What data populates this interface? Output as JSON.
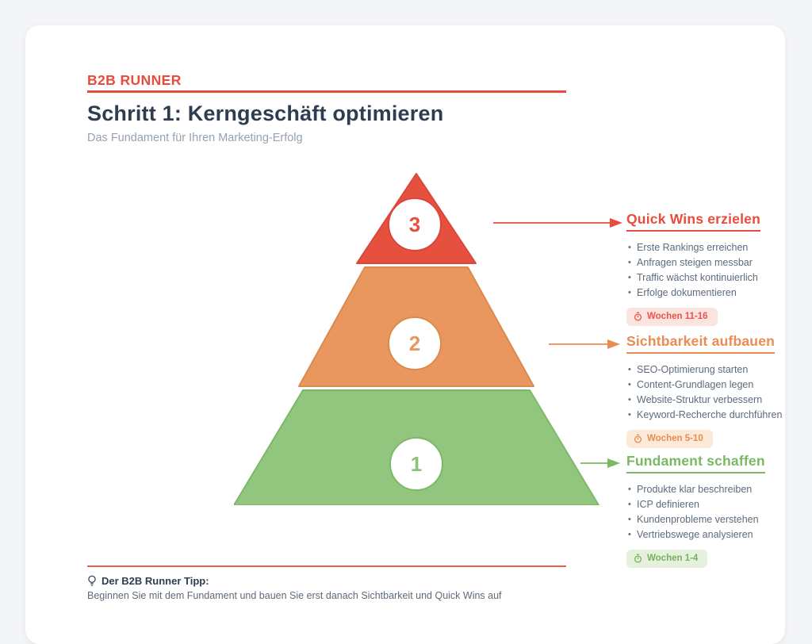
{
  "header": {
    "brand": "B2B RUNNER",
    "title": "Schritt 1: Kerngeschäft optimieren",
    "subtitle": "Das Fundament für Ihren Marketing-Erfolg"
  },
  "colors": {
    "accent_red": "#e74c3c",
    "accent_orange": "#e98b52",
    "accent_green": "#79b963",
    "pyramid_red_fill": "#e6503f",
    "pyramid_orange_fill": "#e9975f",
    "pyramid_green_fill": "#92c67e",
    "badge_red_bg": "#fbe3e0",
    "badge_orange_bg": "#fcead9",
    "badge_green_bg": "#e6f1dd"
  },
  "pyramid": {
    "levels": [
      {
        "number": "3",
        "color": "#e6503f"
      },
      {
        "number": "2",
        "color": "#e9975f"
      },
      {
        "number": "1",
        "color": "#92c67e"
      }
    ]
  },
  "sections": [
    {
      "title": "Quick Wins erzielen",
      "items": [
        "Erste Rankings erreichen",
        "Anfragen steigen messbar",
        "Traffic wächst kontinuierlich",
        "Erfolge dokumentieren"
      ],
      "badge": "Wochen 11-16"
    },
    {
      "title": "Sichtbarkeit aufbauen",
      "items": [
        "SEO-Optimierung starten",
        "Content-Grundlagen legen",
        "Website-Struktur verbessern",
        "Keyword-Recherche durchführen"
      ],
      "badge": "Wochen 5-10"
    },
    {
      "title": "Fundament schaffen",
      "items": [
        "Produkte klar beschreiben",
        "ICP definieren",
        "Kundenprobleme verstehen",
        "Vertriebswege analysieren"
      ],
      "badge": "Wochen 1-4"
    }
  ],
  "footer": {
    "tip_heading": "Der B2B Runner Tipp:",
    "tip_partial": "Beginnen Sie mit dem Fundament und bauen Sie erst danach Sichtbarkeit und Quick Wins auf"
  }
}
